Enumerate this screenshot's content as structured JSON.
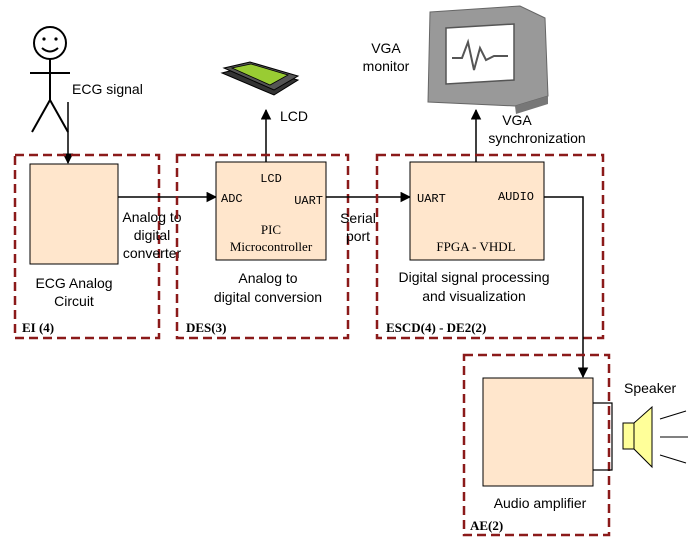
{
  "person": {
    "signal_label": "ECG signal"
  },
  "blocks": {
    "ecg": {
      "name_line1": "ECG Analog",
      "name_line2": "Circuit",
      "group_label": "EI (4)"
    },
    "pic": {
      "port_lcd": "LCD",
      "port_adc": "ADC",
      "port_uart": "UART",
      "name_line1": "PIC",
      "name_line2": "Microcontroller",
      "caption_line1": "Analog to",
      "caption_line2": "digital conversion",
      "group_label": "DES(3)"
    },
    "fpga": {
      "port_uart": "UART",
      "port_audio": "AUDIO",
      "name": "FPGA - VHDL",
      "caption_line1": "Digital signal processing",
      "caption_line2": "and visualization",
      "group_label": "ESCD(4) - DE2(2)"
    },
    "amp": {
      "name": "Audio amplifier",
      "group_label": "AE(2)"
    }
  },
  "links": {
    "adc_line1": "Analog to",
    "adc_line2": "digital",
    "adc_line3": "converter",
    "serial_line1": "Serial",
    "serial_line2": "port",
    "lcd_label": "LCD",
    "vga_sync_line1": "VGA",
    "vga_sync_line2": "synchronization"
  },
  "devices": {
    "vga_monitor_line1": "VGA",
    "vga_monitor_line2": "monitor",
    "speaker_label": "Speaker"
  },
  "colors": {
    "block_fill": "#ffe6cc",
    "group_border": "#8b1a1a",
    "lcd_screen": "#99cc33",
    "monitor_body": "#888888",
    "speaker_fill": "#ffff99"
  }
}
